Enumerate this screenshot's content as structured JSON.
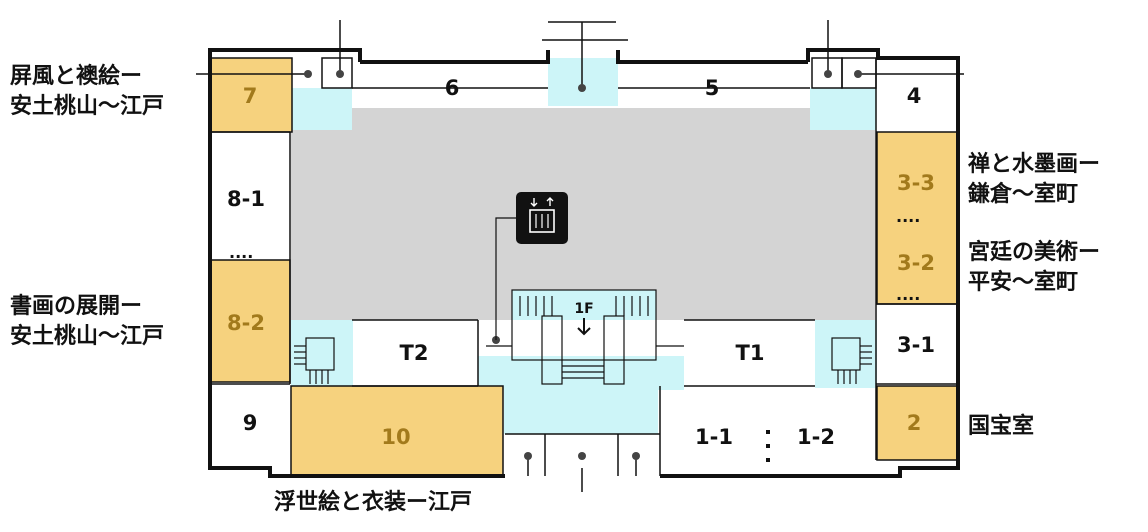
{
  "colors": {
    "highlight": "#f6d27e",
    "highlight_text": "#a27a1c",
    "cyan": "#cdf5f8",
    "hall": "#d4d4d4",
    "wall": "#111111",
    "room": "#ffffff"
  },
  "rooms": {
    "r7": "7",
    "r6": "6",
    "r5": "5",
    "r4": "4",
    "r8_1": "8-1",
    "r8_2": "8-2",
    "r3_3": "3-3",
    "r3_2": "3-2",
    "r3_1": "3-1",
    "r2": "2",
    "r9": "9",
    "r10": "10",
    "t1": "T1",
    "t2": "T2",
    "r1_1": "1-1",
    "r1_2": "1-2"
  },
  "floor_marker": "1F",
  "labels": {
    "room7": [
      "屏風と襖絵ー",
      "安土桃山～江戸"
    ],
    "room8_2": [
      "書画の展開ー",
      "安土桃山～江戸"
    ],
    "room3_3": [
      "禅と水墨画ー",
      "鎌倉～室町"
    ],
    "room3_2": [
      "宮廷の美術ー",
      "平安～室町"
    ],
    "room2": "国宝室",
    "room10": "浮世絵と衣装ー江戸"
  },
  "icons": {
    "elevator": "elevator-icon",
    "stairs": "stairs-icon",
    "down_arrow": "down-arrow-icon",
    "post": "post-marker-icon"
  }
}
